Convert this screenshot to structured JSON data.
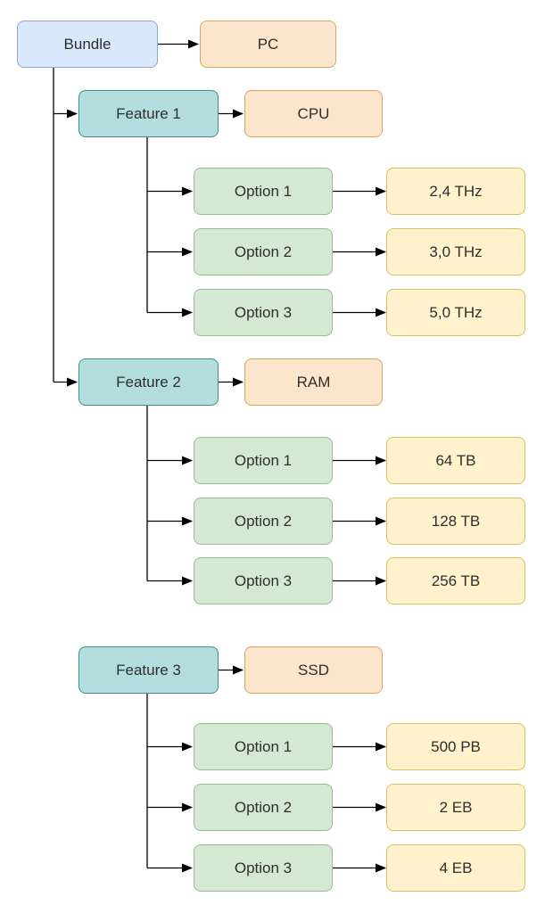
{
  "palette": {
    "bundle_fill": "#dae8fc",
    "bundle_stroke": "#8fa8cc",
    "feature_fill": "#b3dedd",
    "feature_stroke": "#3f8e8c",
    "product_fill": "#fce5cd",
    "product_stroke": "#d8a55f",
    "option_fill": "#d5e8d4",
    "option_stroke": "#94bf8e",
    "value_fill": "#fff2cc",
    "value_stroke": "#d9c05f",
    "line_color": "#000000",
    "text_color": "#2e2e2e",
    "background": "#ffffff"
  },
  "diagram": {
    "bundle": {
      "label": "Bundle",
      "product": {
        "label": "PC"
      }
    },
    "features": [
      {
        "label": "Feature 1",
        "product": {
          "label": "CPU"
        },
        "options": [
          {
            "label": "Option 1",
            "value": "2,4 THz"
          },
          {
            "label": "Option 2",
            "value": "3,0 THz"
          },
          {
            "label": "Option 3",
            "value": "5,0 THz"
          }
        ]
      },
      {
        "label": "Feature 2",
        "product": {
          "label": "RAM"
        },
        "options": [
          {
            "label": "Option 1",
            "value": "64 TB"
          },
          {
            "label": "Option 2",
            "value": "128 TB"
          },
          {
            "label": "Option 3",
            "value": "256 TB"
          }
        ]
      },
      {
        "label": "Feature 3",
        "product": {
          "label": "SSD"
        },
        "options": [
          {
            "label": "Option 1",
            "value": "500 PB"
          },
          {
            "label": "Option 2",
            "value": "2 EB"
          },
          {
            "label": "Option 3",
            "value": "4 EB"
          }
        ]
      }
    ]
  }
}
